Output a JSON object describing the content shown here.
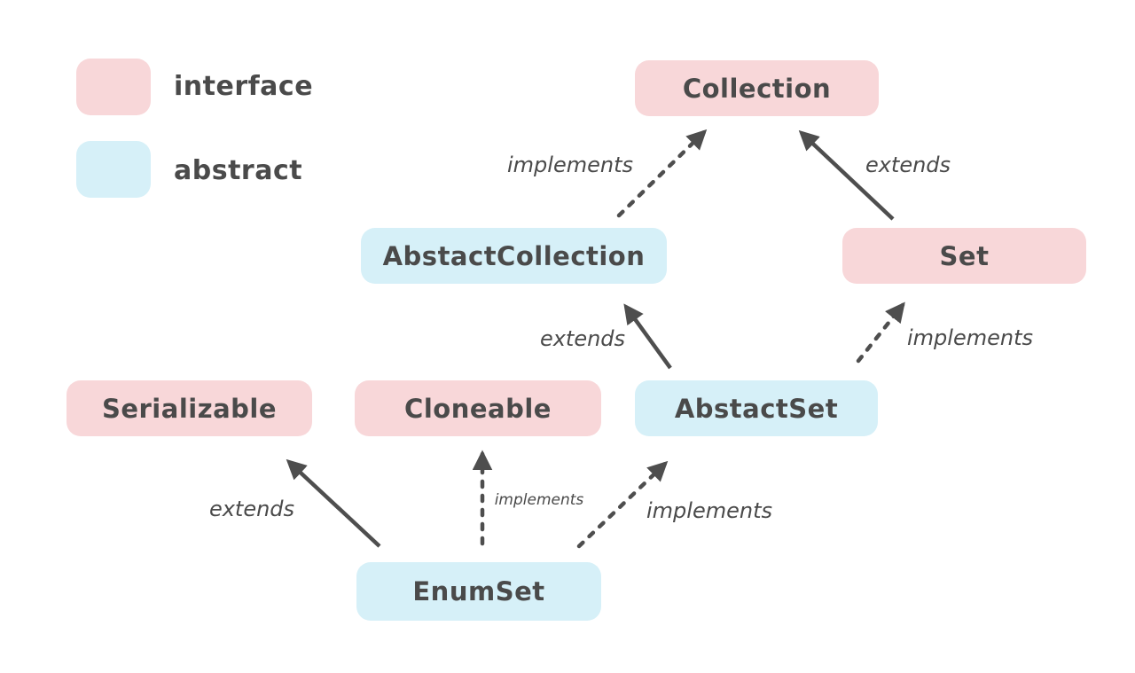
{
  "colors": {
    "interface": "#f8d7d9",
    "abstract": "#d6f0f8",
    "text": "#4a4a4a",
    "arrow": "#4e4e4e",
    "background": "#ffffff"
  },
  "legend": {
    "items": [
      {
        "label": "interface",
        "color": "#f8d7d9"
      },
      {
        "label": "abstract",
        "color": "#d6f0f8"
      }
    ]
  },
  "nodes": {
    "collection": {
      "label": "Collection",
      "type": "interface"
    },
    "abstact_collection": {
      "label": "AbstactCollection",
      "type": "abstract"
    },
    "set": {
      "label": "Set",
      "type": "interface"
    },
    "serializable": {
      "label": "Serializable",
      "type": "interface"
    },
    "cloneable": {
      "label": "Cloneable",
      "type": "interface"
    },
    "abstact_set": {
      "label": "AbstactSet",
      "type": "abstract"
    },
    "enum_set": {
      "label": "EnumSet",
      "type": "abstract"
    }
  },
  "edges": [
    {
      "from": "AbstactCollection",
      "to": "Collection",
      "label": "implements",
      "style": "dashed"
    },
    {
      "from": "Set",
      "to": "Collection",
      "label": "extends",
      "style": "solid"
    },
    {
      "from": "AbstactSet",
      "to": "AbstactCollection",
      "label": "extends",
      "style": "solid"
    },
    {
      "from": "AbstactSet",
      "to": "Set",
      "label": "implements",
      "style": "dashed"
    },
    {
      "from": "EnumSet",
      "to": "Serializable",
      "label": "extends",
      "style": "solid"
    },
    {
      "from": "EnumSet",
      "to": "Cloneable",
      "label": "implements",
      "style": "dashed"
    },
    {
      "from": "EnumSet",
      "to": "AbstactSet",
      "label": "implements",
      "style": "dashed"
    }
  ]
}
